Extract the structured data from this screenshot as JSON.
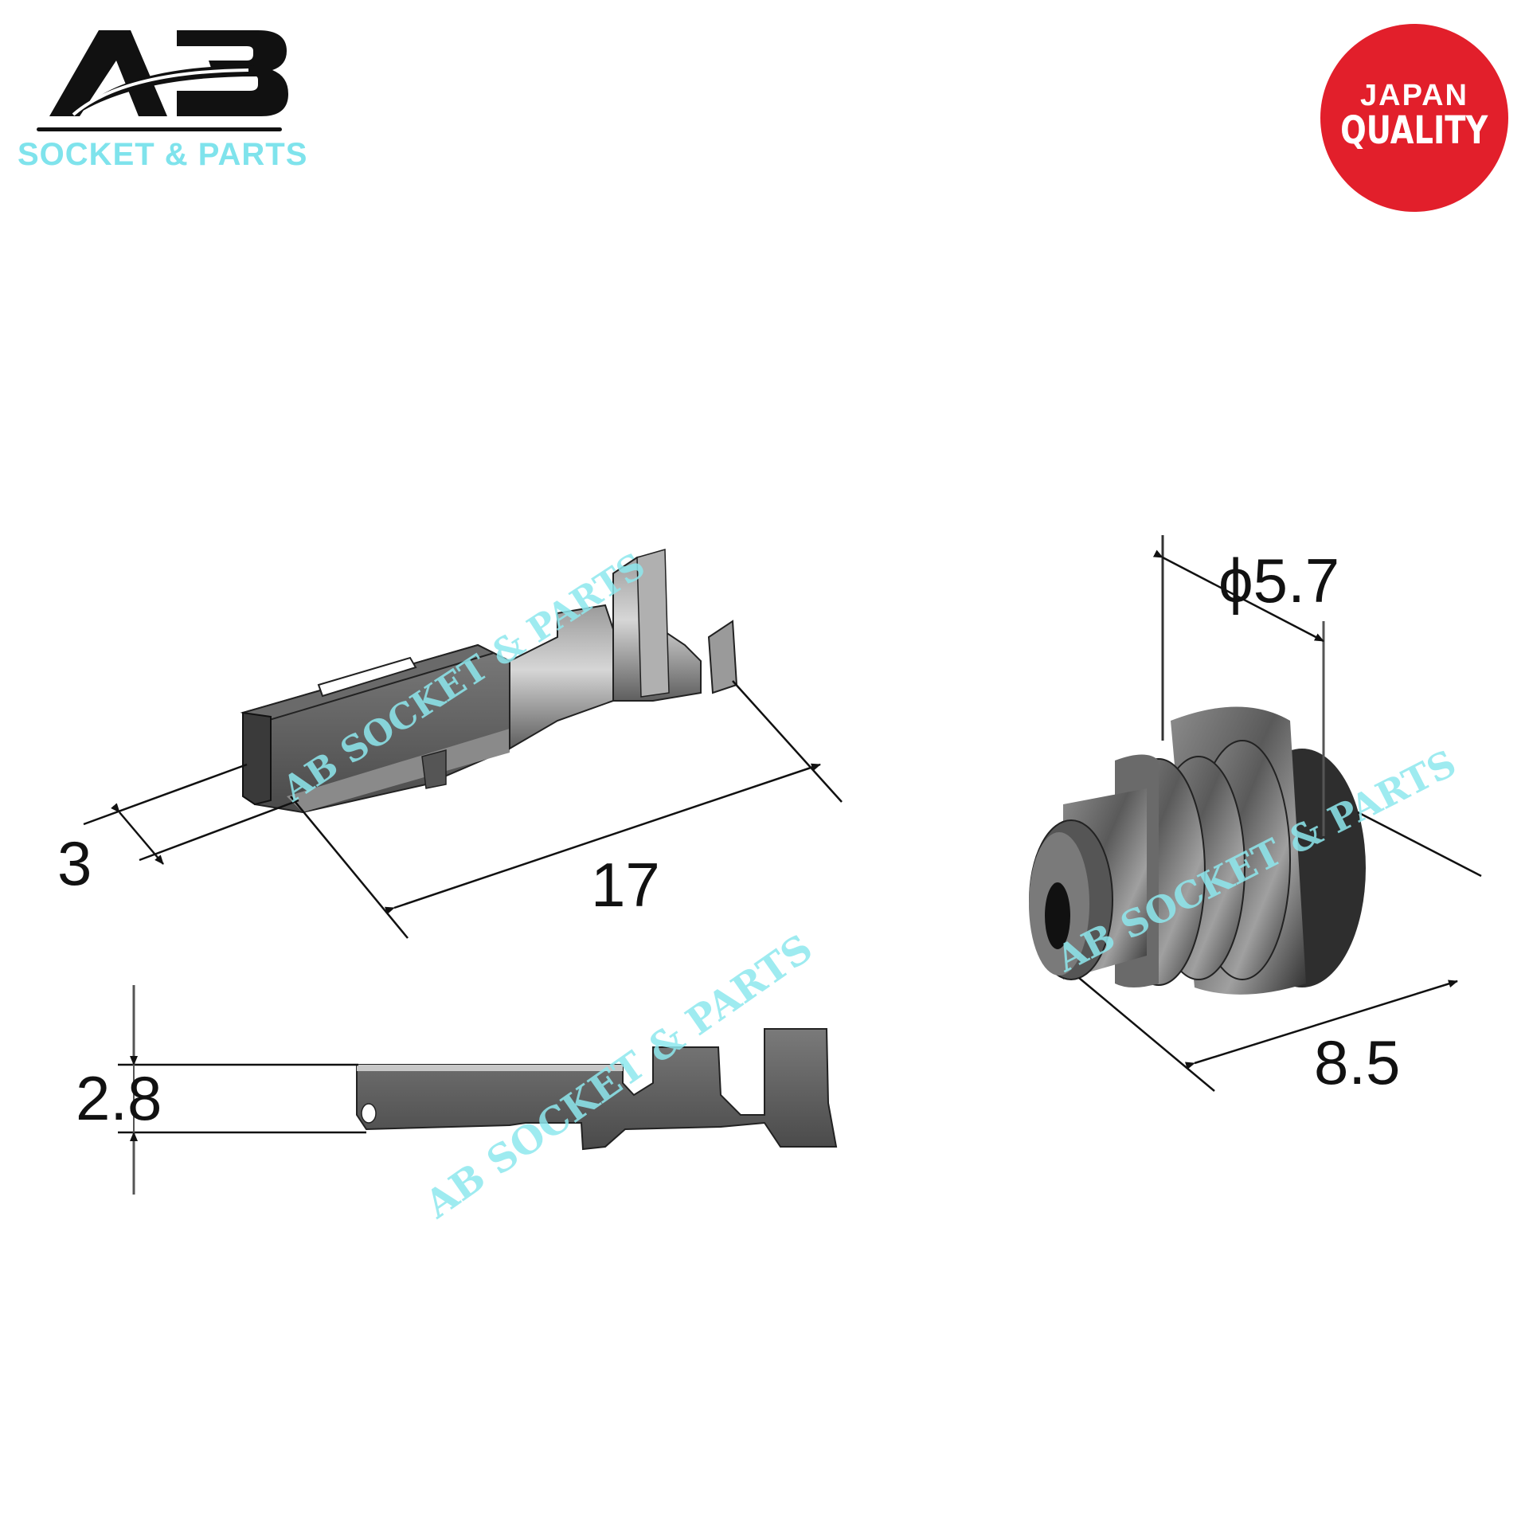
{
  "header": {
    "logo": {
      "mark": "AB",
      "subtitle": "SOCKET & PARTS",
      "subtitle_color": "#7fe3ec"
    },
    "badge": {
      "line1": "JAPAN",
      "line2": "QUALITY",
      "color": "#e21f2b"
    }
  },
  "drawings": {
    "terminal_top_view": {
      "dimensions": {
        "width": "3",
        "length": "17"
      }
    },
    "terminal_side_view": {
      "dimensions": {
        "height": "2.8"
      }
    },
    "wire_seal": {
      "dimensions": {
        "diameter": "ϕ5.7",
        "length": "8.5"
      }
    }
  },
  "watermark": {
    "text": "AB SOCKET & PARTS",
    "color": "#8ee8ee"
  }
}
